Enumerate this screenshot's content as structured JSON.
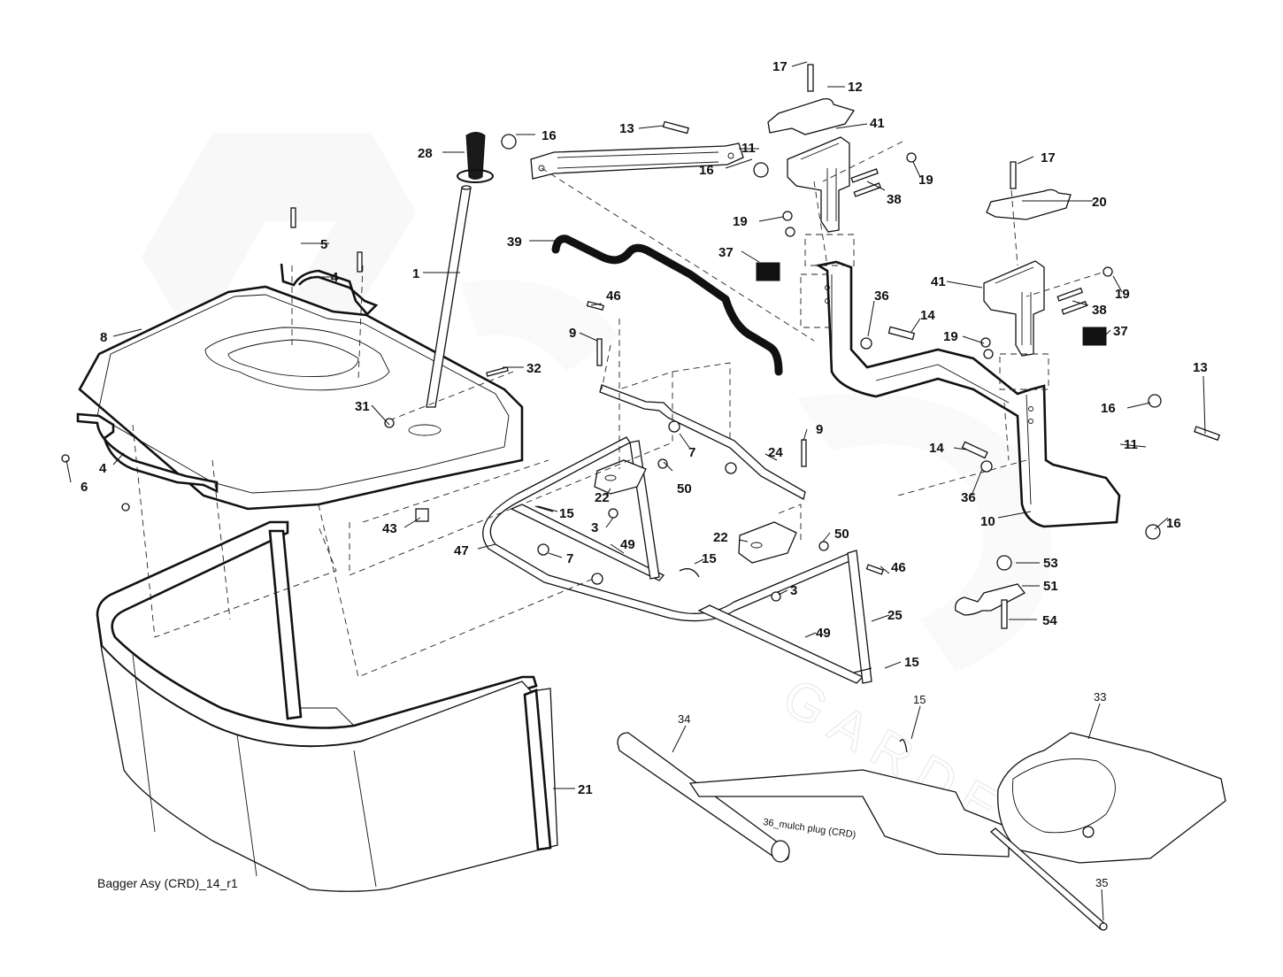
{
  "diagram": {
    "title": "Bagger Asy (CRD)_14_r1",
    "watermark": "GARDEN",
    "inline_note": "36_mulch plug (CRD)",
    "callouts": {
      "c1": "1",
      "c3a": "3",
      "c3b": "3",
      "c4a": "4",
      "c4b": "4",
      "c5": "5",
      "c6": "6",
      "c7a": "7",
      "c7b": "7",
      "c8": "8",
      "c9a": "9",
      "c9b": "9",
      "c10": "10",
      "c11a": "11",
      "c11b": "11",
      "c12": "12",
      "c13a": "13",
      "c13b": "13",
      "c14a": "14",
      "c14b": "14",
      "c15a": "15",
      "c15b": "15",
      "c15c": "15",
      "c15d": "15",
      "c16a": "16",
      "c16b": "16",
      "c16c": "16",
      "c16d": "16",
      "c17a": "17",
      "c17b": "17",
      "c19a": "19",
      "c19b": "19",
      "c19c": "19",
      "c19d": "19",
      "c20": "20",
      "c21": "21",
      "c22a": "22",
      "c22b": "22",
      "c24": "24",
      "c25": "25",
      "c28": "28",
      "c31": "31",
      "c32": "32",
      "c33": "33",
      "c34": "34",
      "c35": "35",
      "c36a": "36",
      "c36b": "36",
      "c37a": "37",
      "c37b": "37",
      "c38a": "38",
      "c38b": "38",
      "c39": "39",
      "c41a": "41",
      "c41b": "41",
      "c43": "43",
      "c46a": "46",
      "c46b": "46",
      "c47": "47",
      "c49a": "49",
      "c49b": "49",
      "c50a": "50",
      "c50b": "50",
      "c51": "51",
      "c53": "53",
      "c54": "54"
    }
  }
}
